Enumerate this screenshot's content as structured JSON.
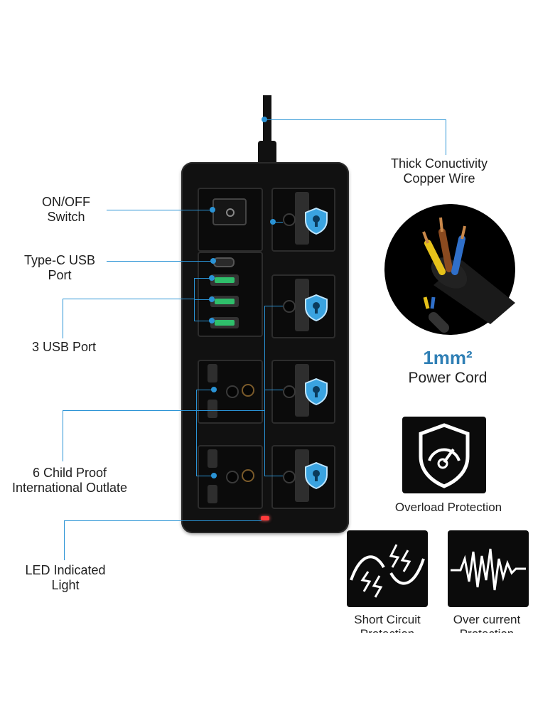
{
  "callouts": {
    "copper_wire": [
      "Thick Conuctivity",
      "Copper Wire"
    ],
    "on_off": [
      "ON/OFF",
      "Switch"
    ],
    "type_c": [
      "Type-C USB",
      "Port"
    ],
    "usb3": "3 USB Port",
    "outlets": [
      "6 Child Proof",
      "International Outlate"
    ],
    "led": [
      "LED Indicated",
      "Light"
    ]
  },
  "cord": {
    "size": "1mm²",
    "label": "Power Cord"
  },
  "features": {
    "overload": "Overload Protection",
    "short_circuit": [
      "Short Circuit",
      "Protection"
    ],
    "over_current": [
      "Over current",
      "Protection"
    ]
  },
  "colors": {
    "callout_line": "#2a93d5",
    "strip_body": "#111111",
    "usb_green": "#2fbf6b",
    "shield_blue": "#3aa3e0",
    "accent_text": "#2f7fb5"
  }
}
